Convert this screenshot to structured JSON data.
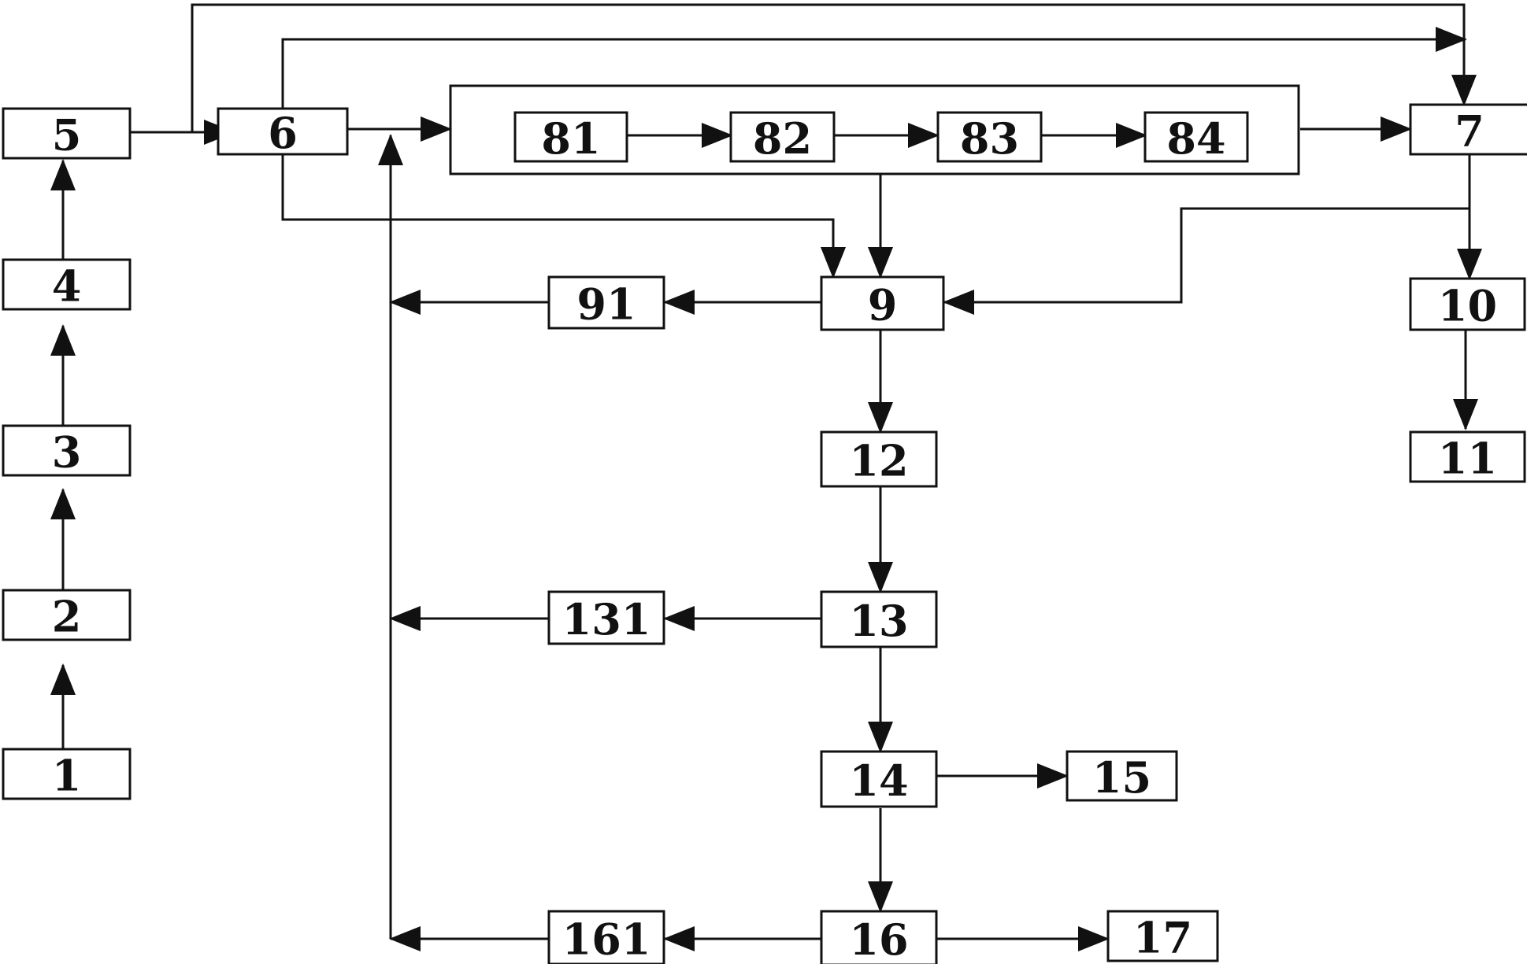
{
  "diagram": {
    "nodes": [
      {
        "id": "1",
        "label": "1"
      },
      {
        "id": "2",
        "label": "2"
      },
      {
        "id": "3",
        "label": "3"
      },
      {
        "id": "4",
        "label": "4"
      },
      {
        "id": "5",
        "label": "5"
      },
      {
        "id": "6",
        "label": "6"
      },
      {
        "id": "81",
        "label": "81"
      },
      {
        "id": "82",
        "label": "82"
      },
      {
        "id": "83",
        "label": "83"
      },
      {
        "id": "84",
        "label": "84"
      },
      {
        "id": "7",
        "label": "7"
      },
      {
        "id": "9",
        "label": "9"
      },
      {
        "id": "91",
        "label": "91"
      },
      {
        "id": "10",
        "label": "10"
      },
      {
        "id": "11",
        "label": "11"
      },
      {
        "id": "12",
        "label": "12"
      },
      {
        "id": "13",
        "label": "13"
      },
      {
        "id": "131",
        "label": "131"
      },
      {
        "id": "14",
        "label": "14"
      },
      {
        "id": "15",
        "label": "15"
      },
      {
        "id": "16",
        "label": "16"
      },
      {
        "id": "161",
        "label": "161"
      },
      {
        "id": "17",
        "label": "17"
      }
    ],
    "edges": [
      {
        "from": "1",
        "to": "2"
      },
      {
        "from": "2",
        "to": "3"
      },
      {
        "from": "3",
        "to": "4"
      },
      {
        "from": "4",
        "to": "5"
      },
      {
        "from": "5",
        "to": "6"
      },
      {
        "from": "5",
        "to": "7"
      },
      {
        "from": "6",
        "to": "7"
      },
      {
        "from": "6",
        "to": "8-group"
      },
      {
        "from": "6",
        "to": "9"
      },
      {
        "from": "81",
        "to": "82"
      },
      {
        "from": "82",
        "to": "83"
      },
      {
        "from": "83",
        "to": "84"
      },
      {
        "from": "8-group",
        "to": "7"
      },
      {
        "from": "8-group",
        "to": "9"
      },
      {
        "from": "7",
        "to": "9"
      },
      {
        "from": "7",
        "to": "10"
      },
      {
        "from": "10",
        "to": "11"
      },
      {
        "from": "9",
        "to": "91"
      },
      {
        "from": "9",
        "to": "12"
      },
      {
        "from": "12",
        "to": "13"
      },
      {
        "from": "13",
        "to": "131"
      },
      {
        "from": "13",
        "to": "14"
      },
      {
        "from": "14",
        "to": "15"
      },
      {
        "from": "14",
        "to": "16"
      },
      {
        "from": "16",
        "to": "161"
      },
      {
        "from": "16",
        "to": "17"
      },
      {
        "from": "91",
        "to": "recycle-line"
      },
      {
        "from": "131",
        "to": "recycle-line"
      },
      {
        "from": "161",
        "to": "recycle-line"
      },
      {
        "from": "recycle-line",
        "to": "8-group"
      }
    ]
  }
}
